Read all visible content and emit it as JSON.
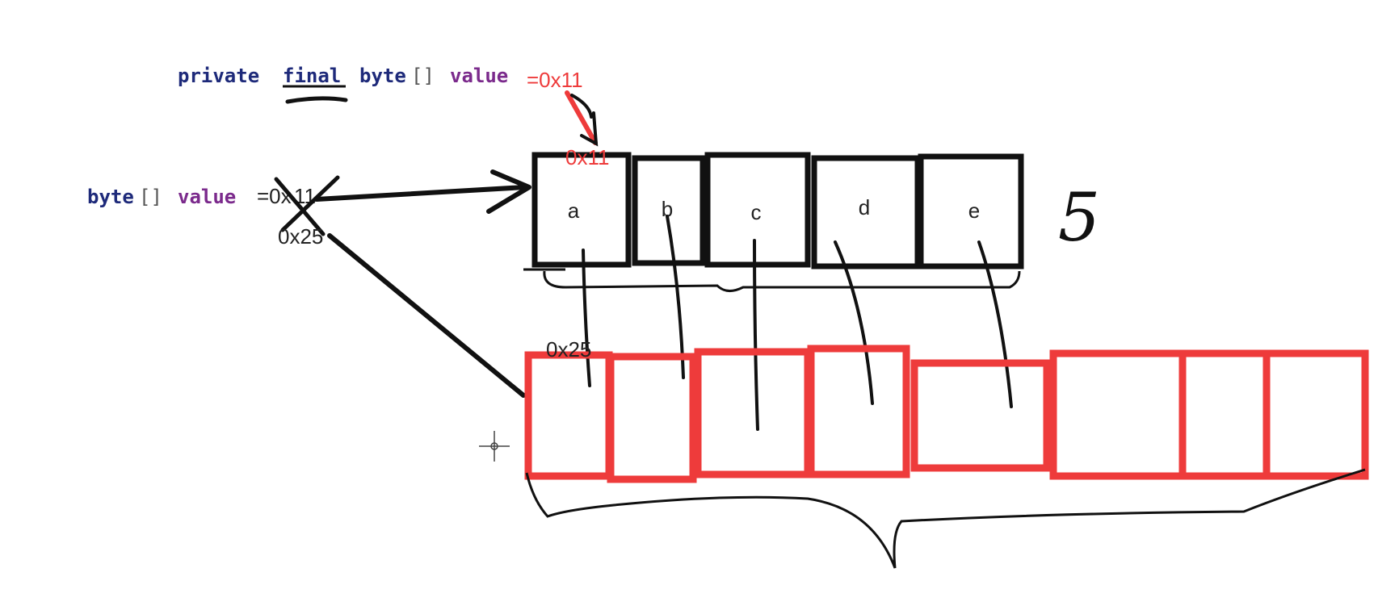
{
  "code_line_1": {
    "keyword_private": "private",
    "keyword_final": "final",
    "type_byte": "byte",
    "brackets": "[]",
    "var_value": "value",
    "assignment": "=0x11"
  },
  "code_line_2": {
    "type_byte": "byte",
    "brackets": "[]",
    "var_value": "value",
    "assignment_prefix": "=0x",
    "assignment_crossed": "11"
  },
  "address_labels": {
    "new_reference": "0x25",
    "old_array_address": "0x11",
    "new_array_address": "0x25"
  },
  "old_array": {
    "cells": [
      "a",
      "b",
      "c",
      "d",
      "e"
    ],
    "length_annotation": "5"
  },
  "new_array": {
    "cell_count": 8
  },
  "colors": {
    "keyword": "#1e2a7a",
    "variable": "#7b2a8c",
    "ink": "#111111",
    "red": "#ee3b3b"
  }
}
